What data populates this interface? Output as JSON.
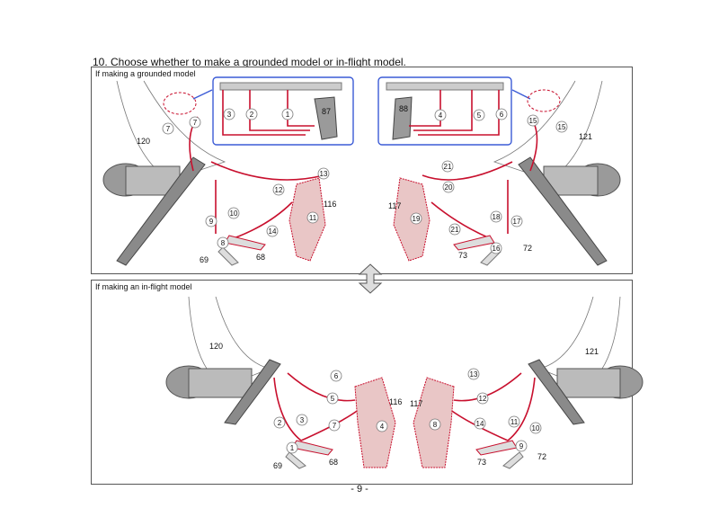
{
  "page": {
    "title": "10. Choose whether to make a grounded model or in-flight model.",
    "page_number": "- 9 -"
  },
  "top_panel": {
    "caption": "If making a grounded model",
    "parts": [
      "120",
      "121",
      "116",
      "117",
      "87",
      "88",
      "69",
      "68",
      "73",
      "72"
    ],
    "steps": [
      "1",
      "2",
      "3",
      "4",
      "5",
      "6",
      "7",
      "7",
      "8",
      "9",
      "10",
      "11",
      "12",
      "13",
      "14",
      "15",
      "15",
      "16",
      "17",
      "18",
      "19",
      "20",
      "21",
      "21"
    ]
  },
  "bottom_panel": {
    "caption": "If making an in-flight model",
    "parts": [
      "120",
      "121",
      "116",
      "117",
      "69",
      "68",
      "73",
      "72"
    ],
    "steps": [
      "1",
      "2",
      "3",
      "4",
      "5",
      "6",
      "7",
      "8",
      "9",
      "10",
      "11",
      "12",
      "13",
      "14"
    ]
  },
  "colors": {
    "arrow_red": "#c8102e",
    "inset_blue": "#3b5bd6",
    "part_grey": "#9a9a9a",
    "part_pink": "#e9c6c6"
  },
  "icons": {
    "toggle": "double-headed-vertical-arrow"
  }
}
